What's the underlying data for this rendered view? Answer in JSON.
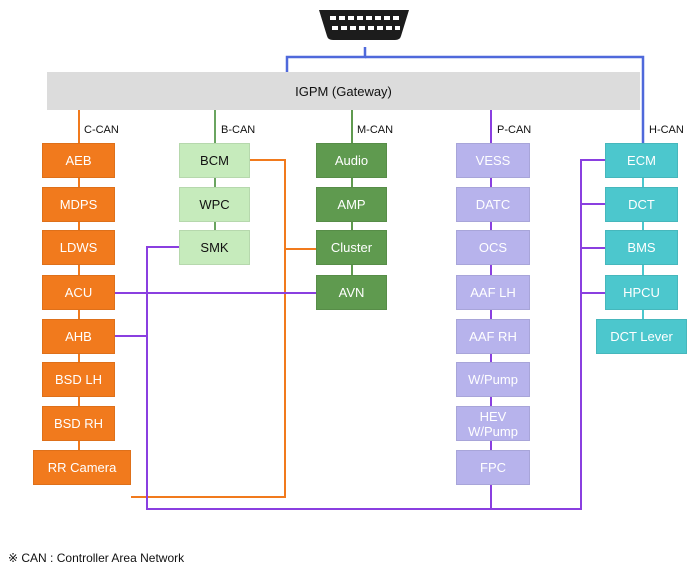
{
  "gateway": {
    "label": "IGPM (Gateway)"
  },
  "connector": {
    "icon": "obd-connector-icon"
  },
  "colors": {
    "c_can": "#f17a1d",
    "b_can_fill": "#c6ebbc",
    "b_can_line": "#6aa460",
    "m_can": "#5f9a4f",
    "p_can": "#b7b3ec",
    "p_can_line": "#8a3fe0",
    "h_can": "#4cc7cd",
    "gateway_link": "#4f69db"
  },
  "buses": {
    "c_can": {
      "label": "C-CAN",
      "nodes": [
        "AEB",
        "MDPS",
        "LDWS",
        "ACU",
        "AHB",
        "BSD LH",
        "BSD RH",
        "RR Camera"
      ]
    },
    "b_can": {
      "label": "B-CAN",
      "nodes": [
        "BCM",
        "WPC",
        "SMK"
      ]
    },
    "m_can": {
      "label": "M-CAN",
      "nodes": [
        "Audio",
        "AMP",
        "Cluster",
        "AVN"
      ]
    },
    "p_can": {
      "label": "P-CAN",
      "nodes": [
        "VESS",
        "DATC",
        "OCS",
        "AAF LH",
        "AAF RH",
        "W/Pump",
        "HEV W/Pump",
        "FPC"
      ]
    },
    "h_can": {
      "label": "H-CAN",
      "nodes": [
        "ECM",
        "DCT",
        "BMS",
        "HPCU",
        "DCT Lever"
      ]
    }
  },
  "note": "※ CAN : Controller Area Network"
}
